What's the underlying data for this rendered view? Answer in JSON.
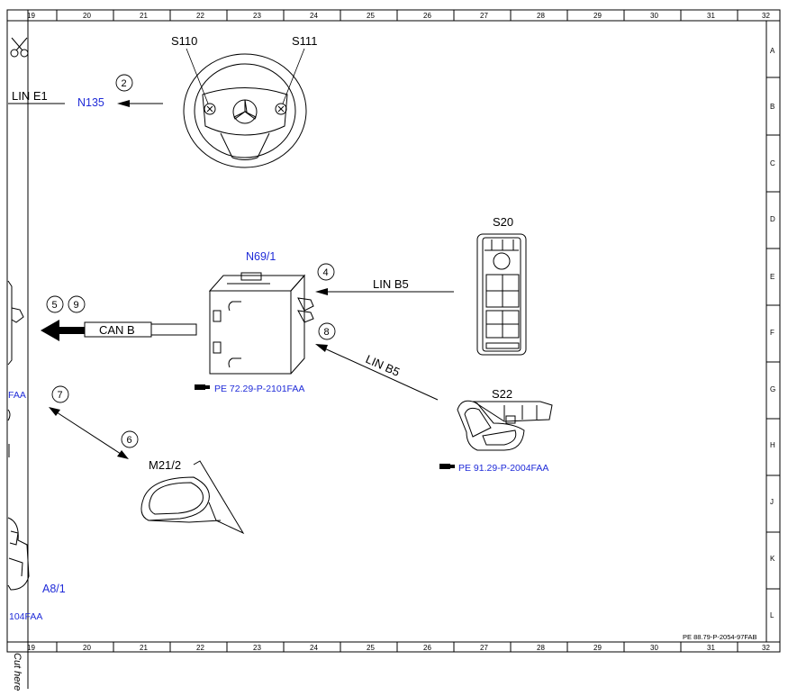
{
  "grid": {
    "columns": [
      "19",
      "20",
      "21",
      "22",
      "23",
      "24",
      "25",
      "26",
      "27",
      "28",
      "29",
      "30",
      "31",
      "32"
    ],
    "rows": [
      "A",
      "B",
      "C",
      "D",
      "E",
      "F",
      "G",
      "H",
      "J",
      "K",
      "L"
    ]
  },
  "labels": {
    "lin_e1": "LIN E1",
    "n135": "N135",
    "s110": "S110",
    "s111": "S111",
    "n69_1": "N69/1",
    "s20": "S20",
    "lin_b5_top": "LIN B5",
    "lin_b5_diag": "LIN B5",
    "can_b": "CAN B",
    "s22": "S22",
    "m21_2": "M21/2",
    "a8_1": "A8/1",
    "ref_n69": "PE 72.29-P-2101FAA",
    "ref_s22": "PE 91.29-P-2004FAA",
    "ref_left_faa": "FAA",
    "ref_left_104": "104FAA",
    "doc_id": "PE 88.79-P-2054-97FAB",
    "cut_here": "Cut here"
  },
  "callouts": [
    "2",
    "4",
    "5",
    "9",
    "8",
    "7",
    "6"
  ],
  "colors": {
    "ref_blue": "#1f2bd8",
    "line": "#000000"
  },
  "icons": [
    "scissors-icon",
    "steering-wheel-icon",
    "control-module-icon",
    "window-switch-icon",
    "seat-switch-icon",
    "mirror-icon",
    "reference-hand-icon"
  ]
}
